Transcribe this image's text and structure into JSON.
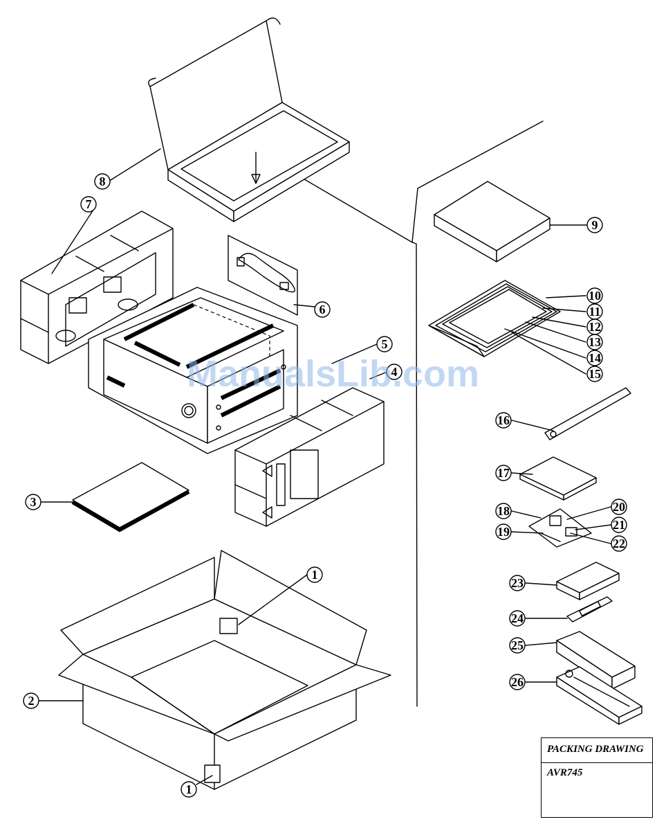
{
  "title_block": {
    "title": "PACKING DRAWING",
    "model": "AVR745"
  },
  "watermark": "ManualsLib.com",
  "callouts": {
    "c1a": "1",
    "c1b": "1",
    "c2": "2",
    "c3": "3",
    "c4": "4",
    "c5": "5",
    "c6": "6",
    "c7": "7",
    "c8": "8",
    "c9": "9",
    "c10": "10",
    "c11": "11",
    "c12": "12",
    "c13": "13",
    "c14": "14",
    "c15": "15",
    "c16": "16",
    "c17": "17",
    "c18": "18",
    "c19": "19",
    "c20": "20",
    "c21": "21",
    "c22": "22",
    "c23": "23",
    "c24": "24",
    "c25": "25",
    "c26": "26"
  }
}
